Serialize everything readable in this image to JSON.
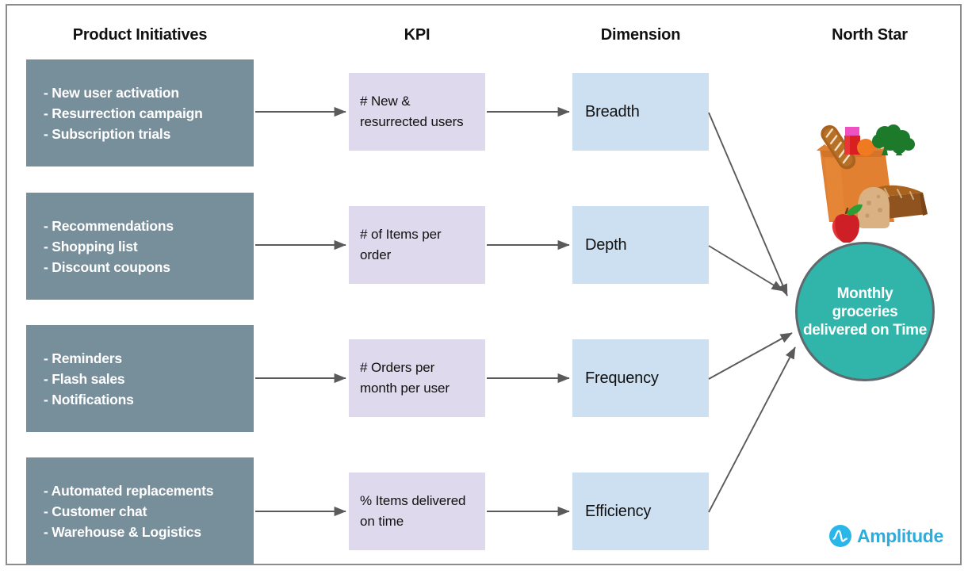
{
  "headers": [
    {
      "id": "product-initiatives",
      "label": "Product Initiatives"
    },
    {
      "id": "kpi",
      "label": "KPI"
    },
    {
      "id": "dimension",
      "label": "Dimension"
    },
    {
      "id": "north-star",
      "label": "North Star"
    }
  ],
  "rows": [
    {
      "initiatives": [
        "- New user activation",
        "- Resurrection campaign",
        "- Subscription trials"
      ],
      "kpi": "# New & resurrected users",
      "dimension": "Breadth"
    },
    {
      "initiatives": [
        "- Recommendations",
        "- Shopping list",
        "- Discount coupons"
      ],
      "kpi": "# of Items per order",
      "dimension": "Depth"
    },
    {
      "initiatives": [
        "- Reminders",
        "- Flash sales",
        "- Notifications"
      ],
      "kpi": "# Orders per month per user",
      "dimension": "Frequency"
    },
    {
      "initiatives": [
        "- Automated replacements",
        "- Customer chat",
        "- Warehouse & Logistics"
      ],
      "kpi": "% Items delivered on time",
      "dimension": "Efficiency"
    }
  ],
  "north_star": {
    "label": "Monthly groceries delivered on Time",
    "icon": "grocery-bag-icon"
  },
  "branding": {
    "name": "Amplitude",
    "logo_icon": "amplitude-logo-icon"
  },
  "colors": {
    "initiative_box": "#778e9b",
    "kpi_box": "#ded9ec",
    "dimension_box": "#cde0f2",
    "north_star_circle": "#31b5ab",
    "north_star_border": "#5f6a6e",
    "arrow": "#5a5a5a",
    "brand": "#2aaee0",
    "frame": "#8c8c8c"
  }
}
